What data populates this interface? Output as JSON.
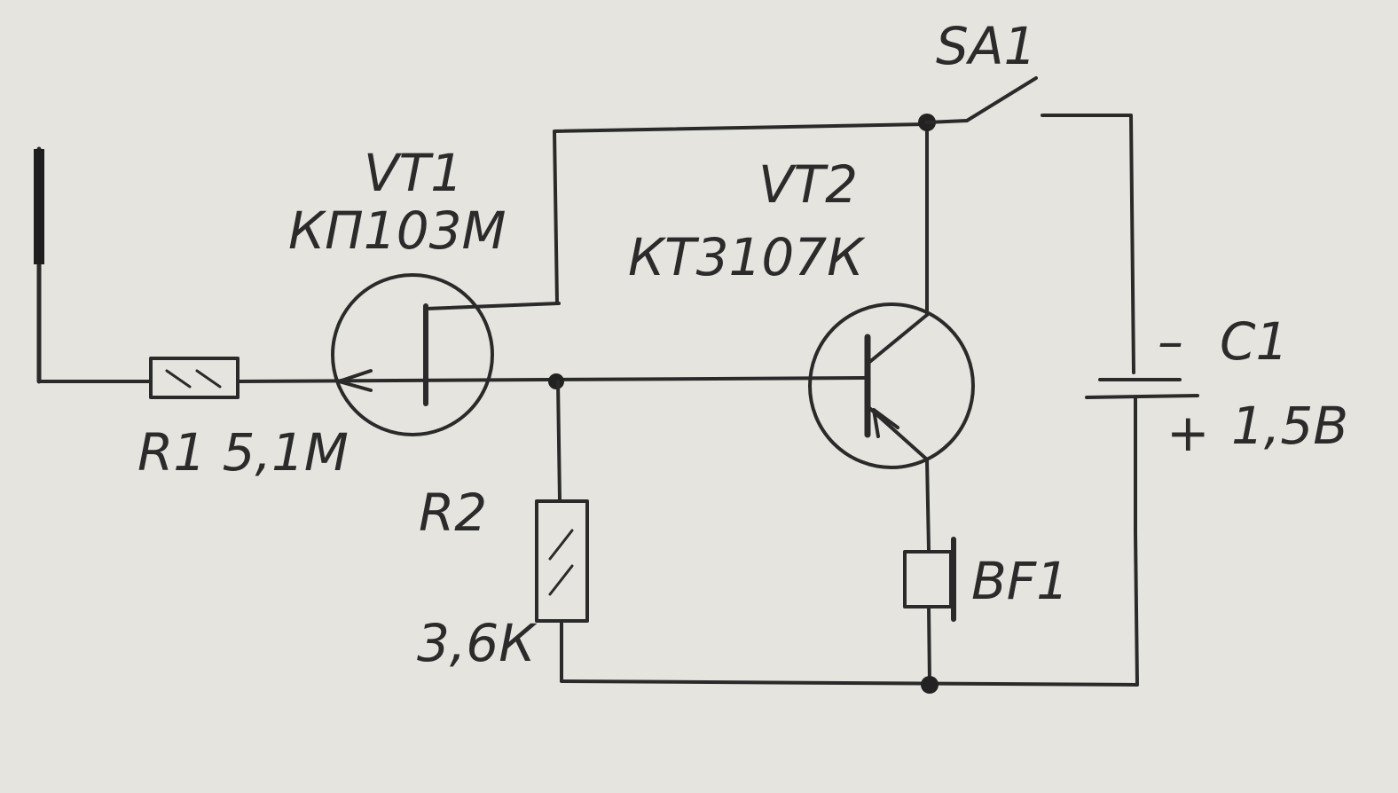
{
  "labels": {
    "vt1_name": "VT1",
    "vt1_type": "КП103М",
    "vt2_name": "VT2",
    "vt2_type": "КТ3107К",
    "r1": "R1 5,1М",
    "r2_name": "R2",
    "r2_value": "3,6К",
    "sa1": "SA1",
    "c1": "C1",
    "c1_minus": "–",
    "c1_plus": "+",
    "c1_voltage": "1,5В",
    "bf1": "BF1"
  },
  "colors": {
    "paper": "#e6e4df",
    "ink": "#2a2a2a"
  }
}
